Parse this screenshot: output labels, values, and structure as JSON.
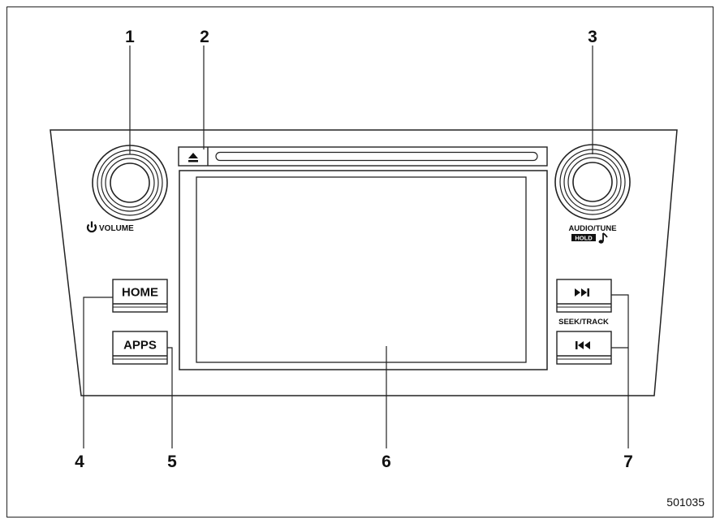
{
  "callouts": [
    "1",
    "2",
    "3",
    "4",
    "5",
    "6",
    "7"
  ],
  "labels": {
    "volume": "VOLUME",
    "audio_tune": "AUDIO/TUNE",
    "hold": "HOLD",
    "seek_track": "SEEK/TRACK"
  },
  "buttons": {
    "home": "HOME",
    "apps": "APPS"
  },
  "icons": {
    "power": "power-icon",
    "eject": "eject-icon",
    "music_note": "music-note-icon",
    "next_track": "next-track-icon",
    "prev_track": "previous-track-icon"
  },
  "figure_code": "501035"
}
